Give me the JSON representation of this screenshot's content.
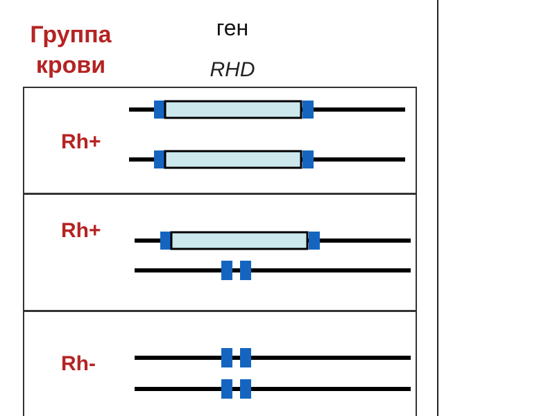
{
  "header": {
    "blood_group_label": "Группа\nкрови",
    "gene_label": "ген",
    "gene_name": "RHD"
  },
  "panels": [
    {
      "phenotype": "Rh+",
      "chromosomes": [
        "gene-present",
        "gene-present"
      ]
    },
    {
      "phenotype": "Rh+",
      "chromosomes": [
        "gene-present",
        "gene-deleted"
      ]
    },
    {
      "phenotype": "Rh-",
      "chromosomes": [
        "gene-deleted",
        "gene-deleted"
      ]
    }
  ],
  "colors": {
    "phenotype_text": "#b52323",
    "gene_fill": "#cde8ec",
    "marker": "#1565c0",
    "chromosome": "#000000"
  }
}
